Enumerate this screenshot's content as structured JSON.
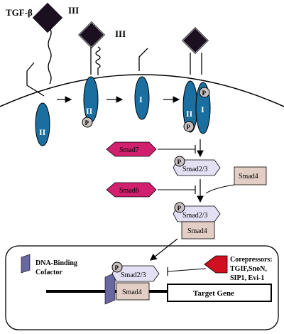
{
  "diagram": {
    "ligand_label": "TGF-β",
    "receptor_III_label": "III",
    "receptor_II_label": "II",
    "receptor_I_label": "I",
    "phospho_label": "P",
    "smad7_label": "Smad7",
    "smad6_label": "Smad6",
    "smad23_label": "Smad2/3",
    "smad4_label": "Smad4",
    "dna_binding_label_line1": "DNA-Binding",
    "dna_binding_label_line2": "Cofactor",
    "corepressors_line1": "Corepressors:",
    "corepressors_line2": "TGIF,SnoN,",
    "corepressors_line3": "SIP1, Evi-1",
    "target_gene_label": "Target Gene"
  },
  "colors": {
    "receptor_blue": "#1a6fa0",
    "ligand_black": "#1a1020",
    "smad7_smad6_magenta": "#d0206e",
    "smad23_lavender": "#e4e0f4",
    "smad4_tan": "#e2cec4",
    "phospho_gray": "#c8c0c0",
    "corepressor_red": "#d01020",
    "cofactor_purple": "#6868a0"
  }
}
